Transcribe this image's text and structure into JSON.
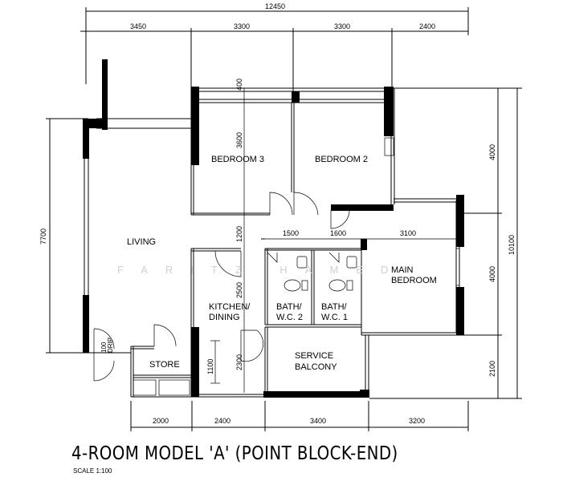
{
  "dimensions": {
    "top_total": "12450",
    "top": [
      "3450",
      "3300",
      "3300",
      "2400"
    ],
    "bottom": [
      "2000",
      "2400",
      "3400",
      "3200"
    ],
    "left_total": "7700",
    "right_total": "10100",
    "right": [
      "4000",
      "4000",
      "2100"
    ],
    "inner_vertical": [
      "400",
      "3600",
      "1200",
      "2500",
      "2300",
      "1100"
    ],
    "inner_horizontal": [
      "1500",
      "1600",
      "3100"
    ]
  },
  "rooms": {
    "bedroom3": "BEDROOM 3",
    "bedroom2": "BEDROOM 2",
    "living": "LIVING",
    "main_bedroom_line1": "MAIN",
    "main_bedroom_line2": "BEDROOM",
    "kitchen_line1": "KITCHEN/",
    "kitchen_line2": "DINING",
    "bath2_line1": "BATH/",
    "bath2_line2": "W.C. 2",
    "bath1_line1": "BATH/",
    "bath1_line2": "W.C. 1",
    "service_line1": "SERVICE",
    "service_line2": "BALCONY",
    "store": "STORE"
  },
  "labels": {
    "refuse_chute_1": "100",
    "refuse_chute_2": "DRIP"
  },
  "watermark": "FARITZ HAMED",
  "title": "4-ROOM MODEL 'A' (POINT BLOCK-END)",
  "scale": "SCALE  1:100"
}
